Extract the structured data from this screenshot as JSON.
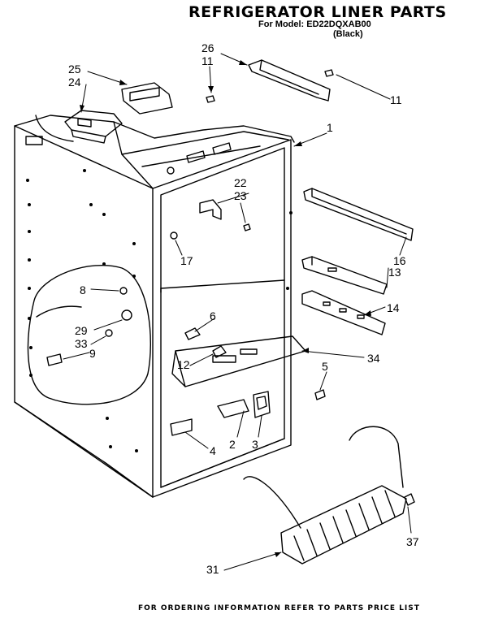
{
  "header": {
    "title": "REFRIGERATOR LINER PARTS",
    "model_line": "For Model: ED22DQXAB00",
    "variant": "(Black)"
  },
  "footer": {
    "note": "FOR ORDERING INFORMATION REFER TO PARTS PRICE LIST"
  },
  "callouts": {
    "c26": "26",
    "c11a": "11",
    "c11b": "11",
    "c25": "25",
    "c24": "24",
    "c1": "1",
    "c22": "22",
    "c23": "23",
    "c17": "17",
    "c16": "16",
    "c13": "13",
    "c14": "14",
    "c8": "8",
    "c29": "29",
    "c33": "33",
    "c9": "9",
    "c6": "6",
    "c12": "12",
    "c34": "34",
    "c5": "5",
    "c2": "2",
    "c3": "3",
    "c4": "4",
    "c31": "31",
    "c37": "37"
  }
}
